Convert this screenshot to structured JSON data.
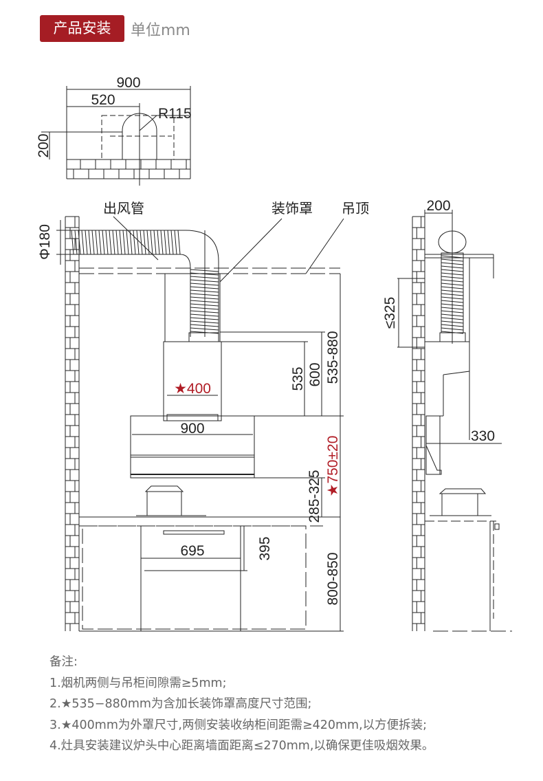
{
  "header": {
    "badge": "产品安装",
    "unit": "单位mm"
  },
  "top_view": {
    "width": "900",
    "offset": "520",
    "radius": "R115",
    "height": "200"
  },
  "front_view": {
    "labels": {
      "duct": "出风管",
      "cover": "装饰罩",
      "ceiling": "吊顶"
    },
    "duct_diameter": "Φ180",
    "cover_width": "★400",
    "hood_width": "900",
    "dim_535": "535",
    "dim_600": "600",
    "dim_range": "535-880",
    "install_height": "★750±20",
    "pot_gap": "285-325",
    "drawer_width": "695",
    "drawer_height": "395",
    "cabinet_height": "800-850"
  },
  "side_view": {
    "duct_offset": "200",
    "max_gap": "≤325",
    "depth": "330"
  },
  "notes": {
    "title": "备注:",
    "items": [
      "1.烟机两侧与吊柜间隙需≥5mm;",
      "2.★535−880mm为含加长装饰罩高度尺寸范围;",
      "3.★400mm为外罩尺寸,两侧安装收纳柜间距需≥420mm,以方便拆装;",
      "4.灶具安装建议炉头中心距离墙面距离≤270mm,以确保更佳吸烟效果。"
    ]
  },
  "colors": {
    "accent": "#a51d24",
    "line": "#222222",
    "note_text": "#666666"
  }
}
